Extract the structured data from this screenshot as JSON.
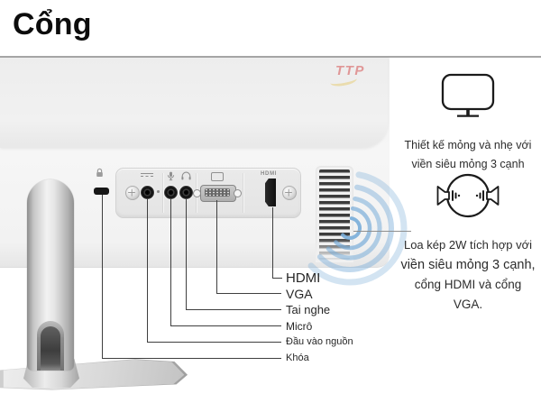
{
  "page": {
    "title": "Cổng",
    "watermark": "TTP"
  },
  "port_panel": {
    "hdmi_marking": "HDMI",
    "icons": [
      "lock-icon",
      "dc-in-icon",
      "microphone-icon",
      "headphone-icon",
      "vga-icon",
      "hdmi-marking-text"
    ]
  },
  "port_labels": [
    {
      "label": "HDMI"
    },
    {
      "label": "VGA"
    },
    {
      "label": "Tai nghe"
    },
    {
      "label": "Micrô"
    },
    {
      "label": "Đầu vào nguồn"
    },
    {
      "label": "Khóa"
    }
  ],
  "features": [
    {
      "icon": "monitor-outline-icon",
      "lines": [
        "Thiết kế mỏng và nhẹ với",
        "viền siêu mỏng 3 cạnh"
      ]
    },
    {
      "icon": "dual-speaker-icon",
      "lines": [
        "Loa kép 2W tích hợp với",
        "viền siêu mỏng 3 cạnh,",
        "cổng HDMI và cổng",
        "VGA."
      ]
    }
  ],
  "colors": {
    "sound_wave_blue": "#79add9",
    "divider_gray": "#a6a6a6",
    "watermark_red": "#d55050",
    "line_dark": "#3f3f3f"
  }
}
